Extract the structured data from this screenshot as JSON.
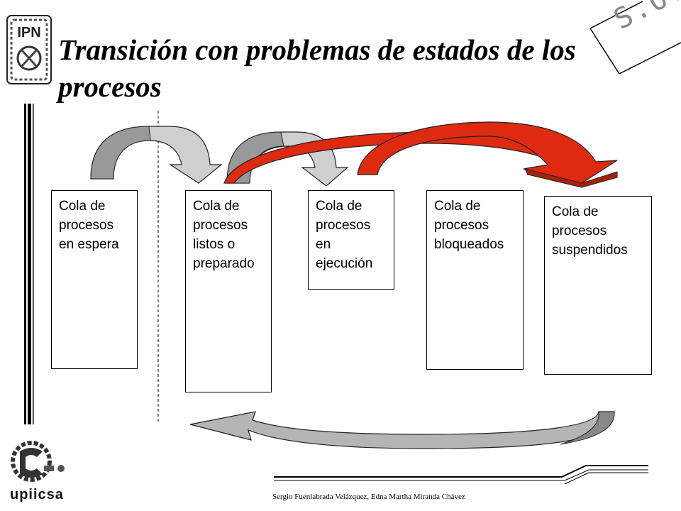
{
  "slide": {
    "title": "Transición con problemas de estados de los procesos",
    "so_mark": "S.O.",
    "footer": "Sergio  Fuenlabrada Velázquez, Edna Martha Miranda Chávez",
    "logo_top_text": "IPN",
    "logo_bottom_text": "upiicsa"
  },
  "queues": [
    {
      "label": "Cola de\nprocesos\nen espera"
    },
    {
      "label": "Cola de\nprocesos\nlistos o\npreparado"
    },
    {
      "label": "Cola de\nprocesos\nen\nejecución"
    },
    {
      "label": "Cola de\nprocesos\nbloqueados"
    },
    {
      "label": "Cola de\nprocesos\nsuspendidos"
    }
  ],
  "colors": {
    "gray_arrow": "#a0a0a0",
    "light_arrow": "#cfcfcf",
    "red_arrow": "#dd2a10",
    "bottom_arrow": "#b5b5b5"
  }
}
